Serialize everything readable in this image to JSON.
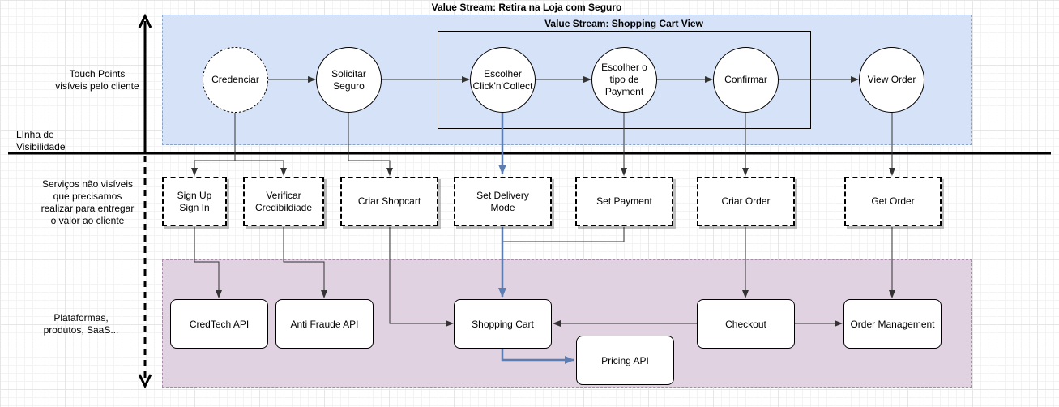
{
  "outer_stream_title": "Value Stream: Retira na Loja com Seguro",
  "inner_stream_title": "Value Stream: Shopping Cart View",
  "lane_labels": {
    "touch_points": "Touch Points\nvisíveis pelo cliente",
    "visibility_line": "LInha de\nVisibilidade",
    "services": "Serviços não visíveis\nque precisamos\nrealizar para entregar\no valor ao cliente",
    "platforms": "Plataformas,\nprodutos, SaaS..."
  },
  "touch_points": [
    {
      "id": "credenciar",
      "label": "Credenciar"
    },
    {
      "id": "solicitar-seguro",
      "label": "Solicitar\nSeguro"
    },
    {
      "id": "escolher-click",
      "label": "Escolher\nClick'n'Collect"
    },
    {
      "id": "escolher-payment",
      "label": "Escolher o\ntipo de\nPayment"
    },
    {
      "id": "confirmar",
      "label": "Confirmar"
    },
    {
      "id": "view-order",
      "label": "View Order"
    }
  ],
  "services": [
    {
      "id": "sign-up",
      "label": "Sign Up\nSign In"
    },
    {
      "id": "verificar",
      "label": "Verificar\nCredibildiade"
    },
    {
      "id": "criar-shopcart",
      "label": "Criar Shopcart"
    },
    {
      "id": "set-delivery",
      "label": "Set Delivery\nMode"
    },
    {
      "id": "set-payment",
      "label": "Set Payment"
    },
    {
      "id": "criar-order",
      "label": "Criar Order"
    },
    {
      "id": "get-order",
      "label": "Get Order"
    }
  ],
  "platforms": [
    {
      "id": "credtech",
      "label": "CredTech API"
    },
    {
      "id": "antifraude",
      "label": "Anti Fraude API"
    },
    {
      "id": "shopping-cart",
      "label": "Shopping Cart"
    },
    {
      "id": "pricing",
      "label": "Pricing API"
    },
    {
      "id": "checkout",
      "label": "Checkout"
    },
    {
      "id": "order-mgmt",
      "label": "Order Management"
    }
  ],
  "colors": {
    "touch_band": "#d5e2f8",
    "platform_band": "#e0d2e1",
    "highlight_edge": "#5b7db1",
    "edge": "#333333"
  }
}
